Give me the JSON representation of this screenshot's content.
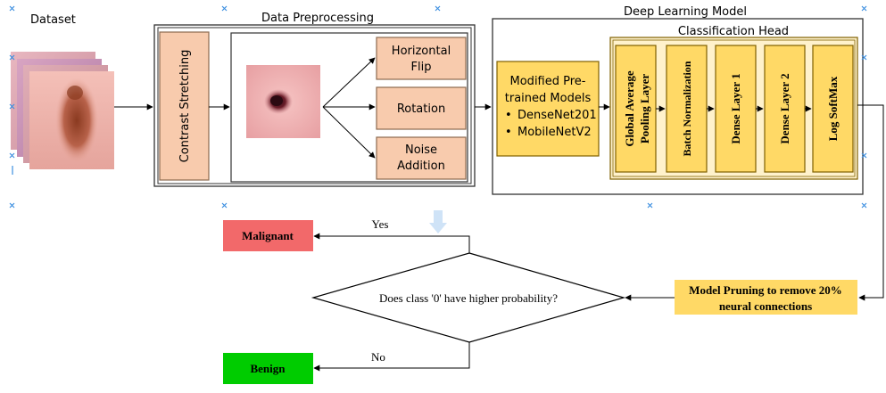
{
  "dataset": {
    "label": "Dataset"
  },
  "preprocessing": {
    "title": "Data Preprocessing",
    "contrast_label": "Contrast Stretching",
    "augmentations": [
      {
        "line1": "Horizontal",
        "line2": "Flip"
      },
      {
        "line1": "Rotation",
        "line2": ""
      },
      {
        "line1": "Noise",
        "line2": "Addition"
      }
    ]
  },
  "model": {
    "title": "Deep Learning Model",
    "pretrained": {
      "line1": "Modified Pre-",
      "line2": "trained Models",
      "items": [
        "DenseNet201",
        "MobileNetV2"
      ],
      "bullet": "•"
    },
    "head": {
      "title": "Classification Head",
      "layers": [
        {
          "line1": "Global Average",
          "line2": "Pooling Layer"
        },
        {
          "line1": "Batch Normalization",
          "line2": ""
        },
        {
          "line1": "Dense Layer 1",
          "line2": ""
        },
        {
          "line1": "Dense Layer 2",
          "line2": ""
        },
        {
          "line1": "Log SoftMax",
          "line2": ""
        }
      ]
    }
  },
  "pruning": {
    "line1": "Model Pruning to remove 20%",
    "line2": "neural connections"
  },
  "decision": {
    "question": "Does class '0' have higher probability?",
    "yes_label": "Yes",
    "no_label": "No"
  },
  "outputs": {
    "malignant": "Malignant",
    "benign": "Benign"
  },
  "colors": {
    "box_fill": "#ffd966",
    "box_stroke": "#7f6000",
    "contrast_fill": "#f8cbad",
    "contrast_stroke": "#8c6a4f",
    "malignant_fill": "#f2696a",
    "benign_fill": "#00cc00",
    "pruning_fill": "#ffd966",
    "marker": "#3c8fe0",
    "line": "#000000"
  }
}
